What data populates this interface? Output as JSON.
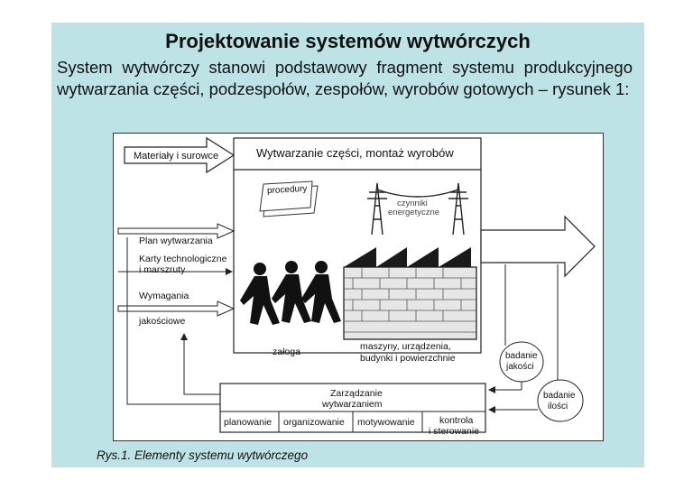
{
  "slide": {
    "title": "Projektowanie systemów wytwórczych",
    "intro": "System wytwórczy  stanowi podstawowy fragment systemu produkcyjnego wytwarzania części, podzespołów, zespołów, wyrobów gotowych – rysunek 1:",
    "caption": "Rys.1. Elementy systemu wytwórczego"
  },
  "diagram": {
    "materials": "Materiały i surowce",
    "production_header": "Wytwarzanie części, montaż wyrobów",
    "procedures": "procedury",
    "energy_line1": "czynniki",
    "energy_line2": "energetyczne",
    "crew": "załoga",
    "machines_line1": "maszyny, urządzenia,",
    "machines_line2": "budynki i powierzchnie",
    "plan": "Plan wytwarzania",
    "tech_cards_line1": "Karty technologiczne",
    "tech_cards_line2": "i marszruty",
    "requirements": "Wymagania",
    "quality_req": "jakościowe",
    "management_line1": "Zarządzanie",
    "management_line2": "wytwarzaniem",
    "planning": "planowanie",
    "organizing": "organizowanie",
    "motivating": "motywowanie",
    "control_line1": "kontrola",
    "control_line2": "i sterowanie",
    "quality_check_line1": "badanie",
    "quality_check_line2": "jakości",
    "quantity_check_line1": "badanie",
    "quantity_check_line2": "ilości"
  }
}
